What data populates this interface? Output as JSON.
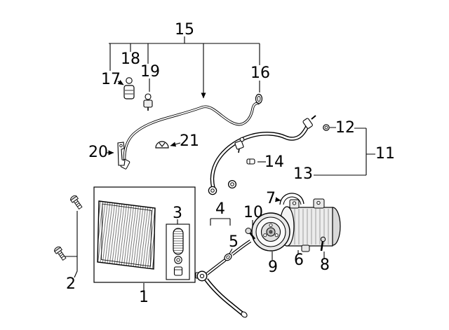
{
  "diagram": {
    "description": "Exploded parts diagram of an automotive air-conditioning system: condenser, receiver drier, refrigerant hoses, compressor and clutch pulley with numbered callouts",
    "colors": {
      "background": "#ffffff",
      "line_color": "#000000",
      "metal_fill": "#ececec"
    },
    "callouts": {
      "c1": "1",
      "c2": "2",
      "c3": "3",
      "c4": "4",
      "c5": "5",
      "c6": "6",
      "c7": "7",
      "c8": "8",
      "c9": "9",
      "c10": "10",
      "c11": "11",
      "c12": "12",
      "c13": "13",
      "c14": "14",
      "c15": "15",
      "c16": "16",
      "c17": "17",
      "c18": "18",
      "c19": "19",
      "c20": "20",
      "c21": "21"
    }
  }
}
